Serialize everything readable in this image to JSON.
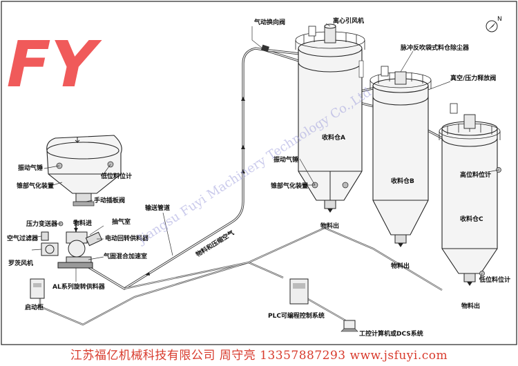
{
  "logo": {
    "text": "FY",
    "color": "#f05a5a"
  },
  "compass": {
    "label": "N"
  },
  "labels": {
    "pneumatic_valve": "气动换向阀",
    "centrifugal_fan": "离心引风机",
    "dust_collector": "脉冲反吹袋式料仓除尘器",
    "pressure_relief": "真空/压力释放阀",
    "bin_a": "收料仓A",
    "bin_b": "收料仓B",
    "bin_c": "收料仓C",
    "high_level_meter": "高位料位计",
    "vibrator_a": "振动气锤",
    "cone_aerator_a": "锥部气化装置",
    "discharge_a": "物料出",
    "discharge_b": "物料出",
    "discharge_c": "物料出",
    "low_level_meter_c": "低位料位计",
    "vibrator_left": "振动气锤",
    "low_level_meter_left": "低位料位计",
    "cone_aerator_left": "锥部气化装置",
    "manual_gate": "手动插板阀",
    "pressure_transmitter": "压力变送器",
    "material_in": "物料进",
    "air_filter": "空气过滤器",
    "vent_chamber": "抽气室",
    "rotary_feeder": "电动回转供料器",
    "mixing_chamber": "气固混合加速室",
    "roots_blower": "罗茨风机",
    "al_feeder": "AL系列旋转供料器",
    "conveying_pipe": "输送管道",
    "material_air": "物料和压缩空气",
    "start_cabinet": "启动柜",
    "plc": "PLC可编程控制系统",
    "ipc": "工控计算机或DCS系统"
  },
  "watermark": "Jiangsu Fuyi Machinery Technology Co.,Ltd",
  "footer": "江苏福亿机械科技有限公司 周守亮 13357887293 www.jsfuyi.com",
  "colors": {
    "footer": "#d83a2c",
    "watermark": "#a0a0dc",
    "logo": "#f05a5a"
  }
}
